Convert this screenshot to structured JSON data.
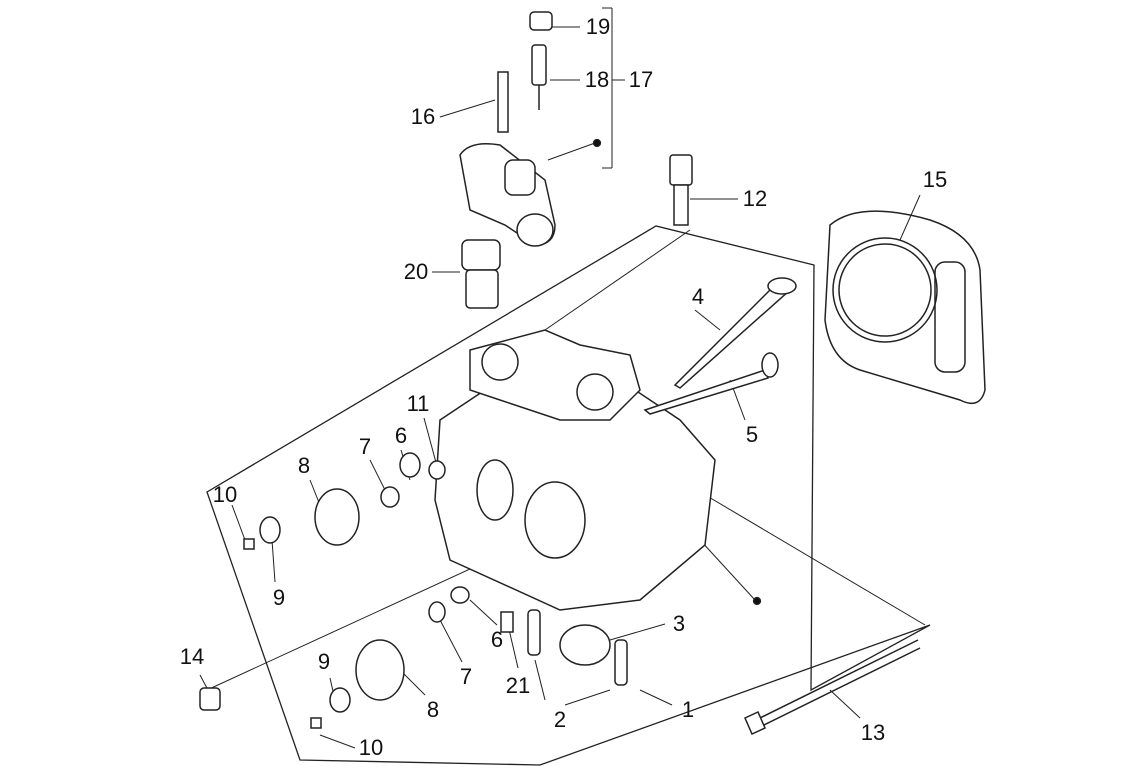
{
  "diagram": {
    "labels": [
      "19",
      "18",
      "17",
      "16",
      "12",
      "15",
      "20",
      "4",
      "5",
      "11",
      "6",
      "7",
      "8",
      "10",
      "9",
      "3",
      "6",
      "14",
      "7",
      "21",
      "9",
      "8",
      "2",
      "1",
      "13",
      "10"
    ]
  }
}
